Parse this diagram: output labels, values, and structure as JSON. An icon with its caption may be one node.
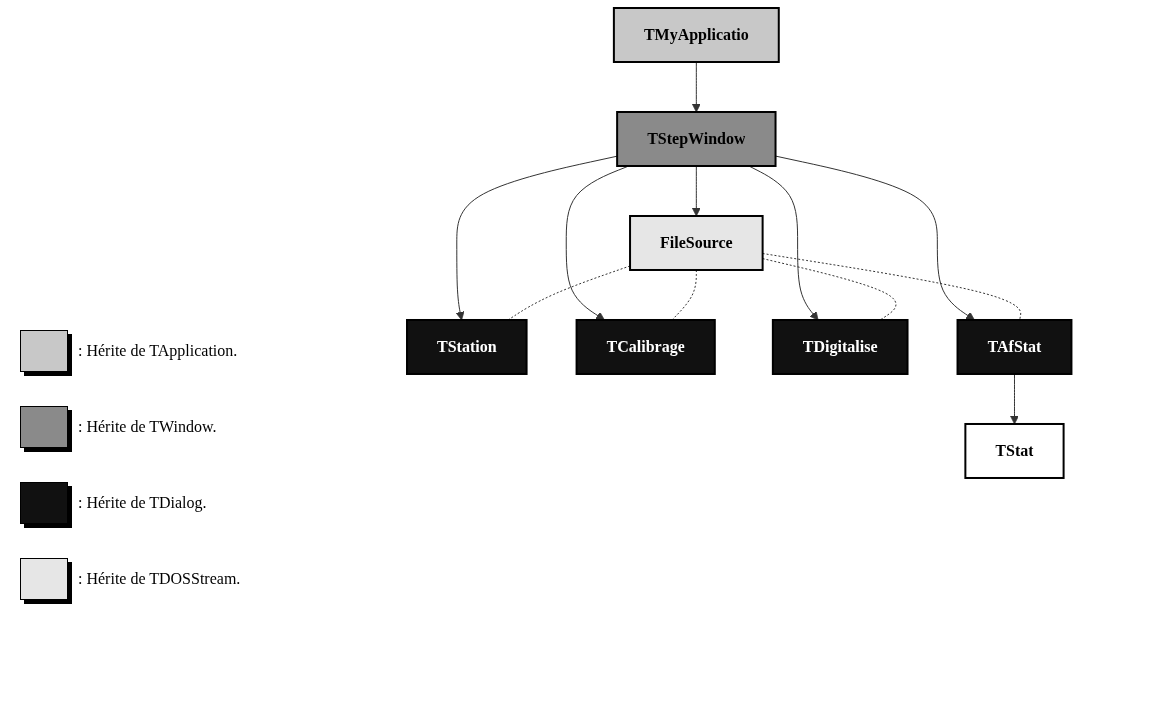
{
  "diagram": {
    "nodes": [
      {
        "text": [
          "TMyApplicatio"
        ]
      },
      {
        "text": [
          "TStepWindow"
        ]
      },
      {
        "text": [
          "FileSource"
        ]
      },
      {
        "text": [
          "TStation"
        ]
      },
      {
        "text": [
          "TCalibrage"
        ]
      },
      {
        "text": [
          "TDigitalise"
        ]
      },
      {
        "text": [
          "TAfStat"
        ]
      },
      {
        "text": [
          "TStat"
        ]
      }
    ],
    "edges": [
      {
        "from": 0,
        "to": 1,
        "arrow": "to"
      },
      {
        "from": 1,
        "to": 2,
        "arrow": "to"
      },
      {
        "from": 1,
        "to": 3,
        "arrow": "to"
      },
      {
        "from": 1,
        "to": 4,
        "arrow": "to"
      },
      {
        "from": 1,
        "to": 5,
        "arrow": "to"
      },
      {
        "from": 1,
        "to": 6,
        "arrow": "to"
      },
      {
        "from": 2,
        "to": 3,
        "arrow": "none",
        "style": "dashed"
      },
      {
        "from": 2,
        "to": 4,
        "arrow": "none",
        "style": "dashed"
      },
      {
        "from": 2,
        "to": 5,
        "arrow": "none",
        "style": "dashed"
      },
      {
        "from": 2,
        "to": 6,
        "arrow": "none",
        "style": "dashed"
      },
      {
        "from": 6,
        "to": 7,
        "arrow": "to"
      }
    ],
    "legend": [
      {
        "text": ": Hérite de TApplication.",
        "color": "#c8c8c8"
      },
      {
        "text": ": Hérite de TWindow.",
        "color": "#8a8a8a"
      },
      {
        "text": ": Hérite de TDialog.",
        "color": "#111111"
      },
      {
        "text": ": Hérite de TDOSStream.",
        "color": "#e6e6e6"
      }
    ]
  }
}
